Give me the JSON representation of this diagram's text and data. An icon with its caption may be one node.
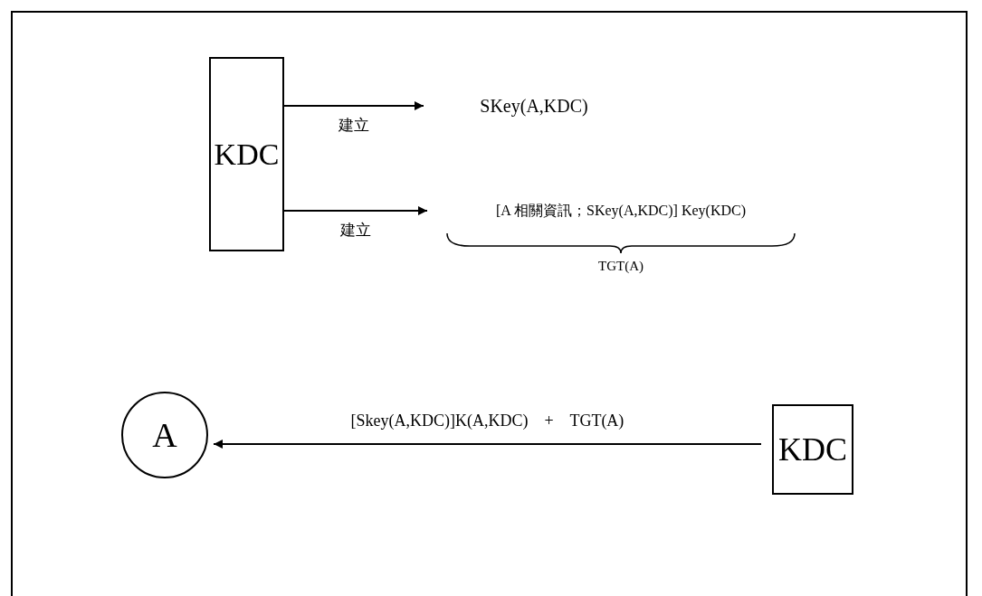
{
  "diagram": {
    "nodes": [
      {
        "text": [
          "KDC"
        ]
      },
      {
        "text": [
          "SKey(A,KDC)"
        ]
      },
      {
        "text": [
          "[A 相關資訊；SKey(A,KDC)] Key(KDC)"
        ],
        "beside": [
          "TGT(A)"
        ]
      },
      {
        "text": [
          "A"
        ]
      },
      {
        "text": [
          "KDC"
        ]
      }
    ],
    "edges": [
      {
        "from": 0,
        "to": 1,
        "arrow": "to",
        "label": "建立"
      },
      {
        "from": 0,
        "to": 2,
        "arrow": "to",
        "label": "建立"
      },
      {
        "from": 4,
        "to": 3,
        "arrow": "to",
        "label": "[Skey(A,KDC)]K(A,KDC)    +    TGT(A)"
      }
    ]
  }
}
